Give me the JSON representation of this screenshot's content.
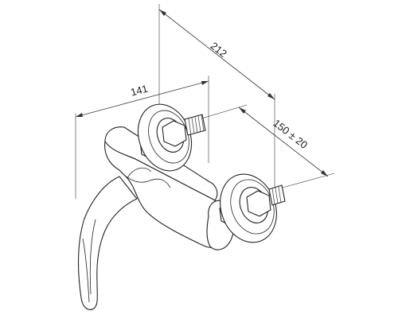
{
  "dimensions": {
    "overall_width": "212",
    "body_width": "141",
    "center_distance": "150 ± 20"
  }
}
